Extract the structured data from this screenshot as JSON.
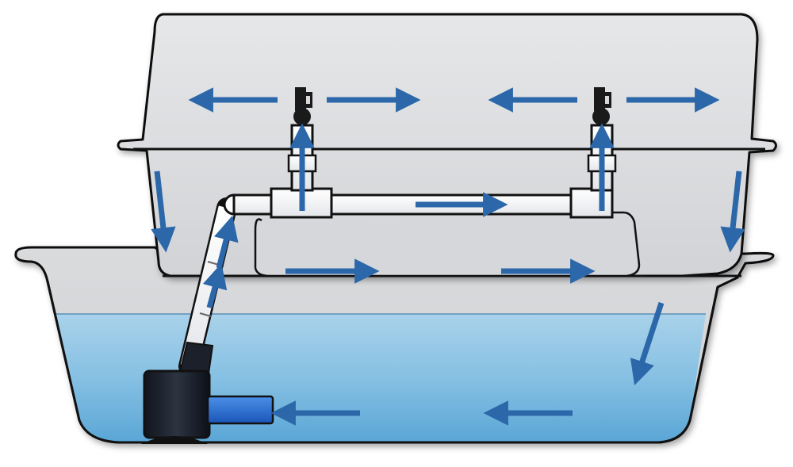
{
  "diagram": {
    "kind": "hydroponic-cloner-water-flow",
    "components": [
      "lid",
      "reservoir",
      "water",
      "submersible-pump",
      "pump-inlet",
      "riser-pipe",
      "elbow-joint",
      "manifold-pipe",
      "tee-fitting",
      "tee-fitting",
      "spray-nozzle",
      "spray-nozzle",
      "inner-rim"
    ],
    "flow_arrows": [
      {
        "zone": "lid",
        "direction": "left"
      },
      {
        "zone": "lid",
        "direction": "right"
      },
      {
        "zone": "lid",
        "direction": "left"
      },
      {
        "zone": "lid",
        "direction": "right"
      },
      {
        "zone": "lid-left-wall",
        "direction": "down"
      },
      {
        "zone": "lid-right-wall",
        "direction": "down"
      },
      {
        "zone": "left-riser",
        "direction": "up"
      },
      {
        "zone": "right-riser",
        "direction": "up"
      },
      {
        "zone": "manifold",
        "direction": "right"
      },
      {
        "zone": "rim",
        "direction": "right"
      },
      {
        "zone": "rim",
        "direction": "right"
      },
      {
        "zone": "pump-riser",
        "direction": "up"
      },
      {
        "zone": "pump-riser",
        "direction": "up"
      },
      {
        "zone": "reservoir",
        "direction": "down-left"
      },
      {
        "zone": "water",
        "direction": "left"
      },
      {
        "zone": "water",
        "direction": "left"
      }
    ],
    "colors": {
      "outline": "#111111",
      "lid_fill": "#dedfe1",
      "lid_shade": "#c6c8cc",
      "water_top": "#a9d2ea",
      "water_bottom": "#5aa6d6",
      "arrow": "#2b67a9",
      "pipe": "#ffffff",
      "pump": "#1e2430",
      "pump_inlet": "#2a72d6"
    }
  }
}
